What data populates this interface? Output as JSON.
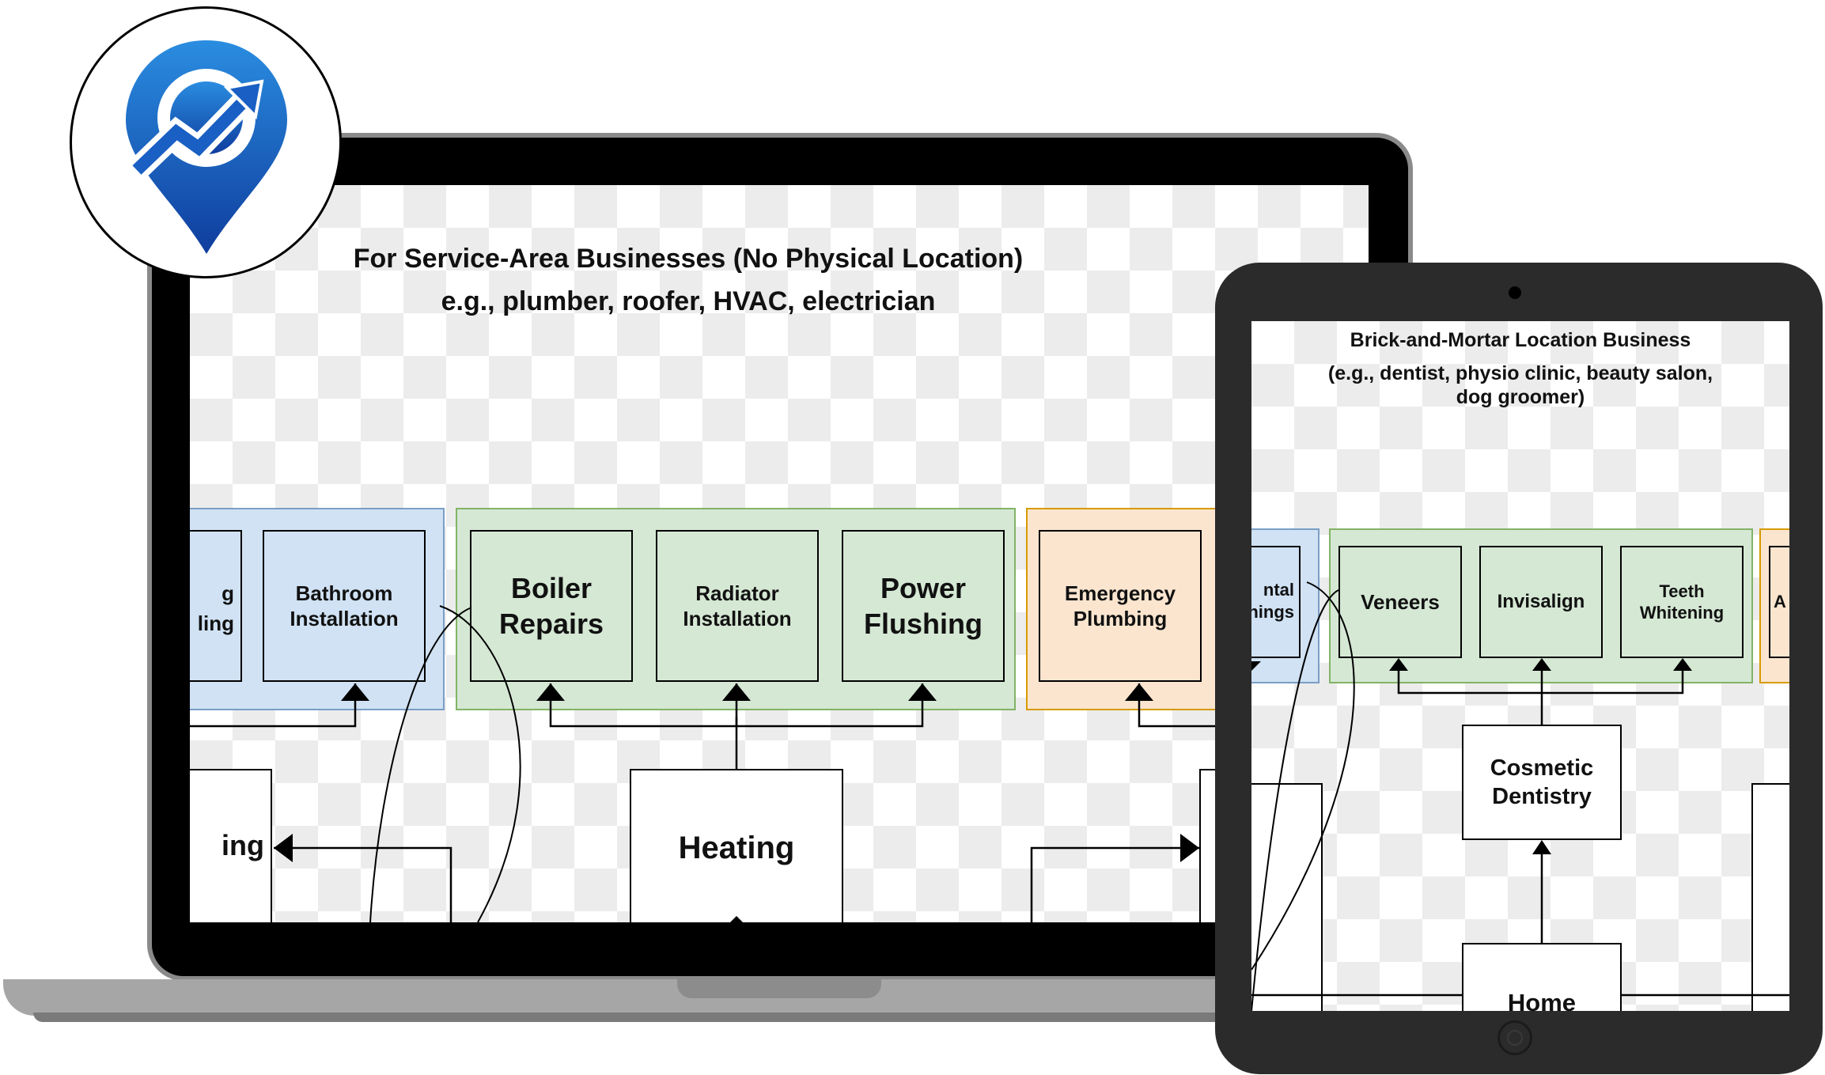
{
  "laptop": {
    "title_line1": "For Service-Area Businesses (No Physical Location)",
    "title_line2": "e.g., plumber, roofer, HVAC, electrician",
    "partial_blue_a": "g",
    "partial_blue_b": "ling",
    "bathroom_1": "Bathroom",
    "bathroom_2": "Installation",
    "boiler_1": "Boiler",
    "boiler_2": "Repairs",
    "radiator_1": "Radiator",
    "radiator_2": "Installation",
    "power_1": "Power",
    "power_2": "Flushing",
    "emergency_1": "Emergency",
    "emergency_2": "Plumbing",
    "heating": "Heating",
    "partial_left_node": "ing"
  },
  "tablet": {
    "title_line1": "Brick-and-Mortar Location Business",
    "title_line2": "(e.g., dentist, physio clinic, beauty salon,",
    "title_line3": "dog groomer)",
    "partial_blue_a": "ntal",
    "partial_blue_b": "nings",
    "veneers": "Veneers",
    "invisalign": "Invisalign",
    "teeth_1": "Teeth",
    "teeth_2": "Whitening",
    "partial_orange": "A",
    "cosmetic_1": "Cosmetic",
    "cosmetic_2": "Dentistry",
    "home": "Home"
  },
  "colors": {
    "logo_blue": "#1a5fc4",
    "group_blue": "#d0e2f4",
    "group_green": "#d5e8d4",
    "group_orange": "#fbe5cf"
  },
  "icons": [
    "location-pin-growth-logo-icon"
  ]
}
